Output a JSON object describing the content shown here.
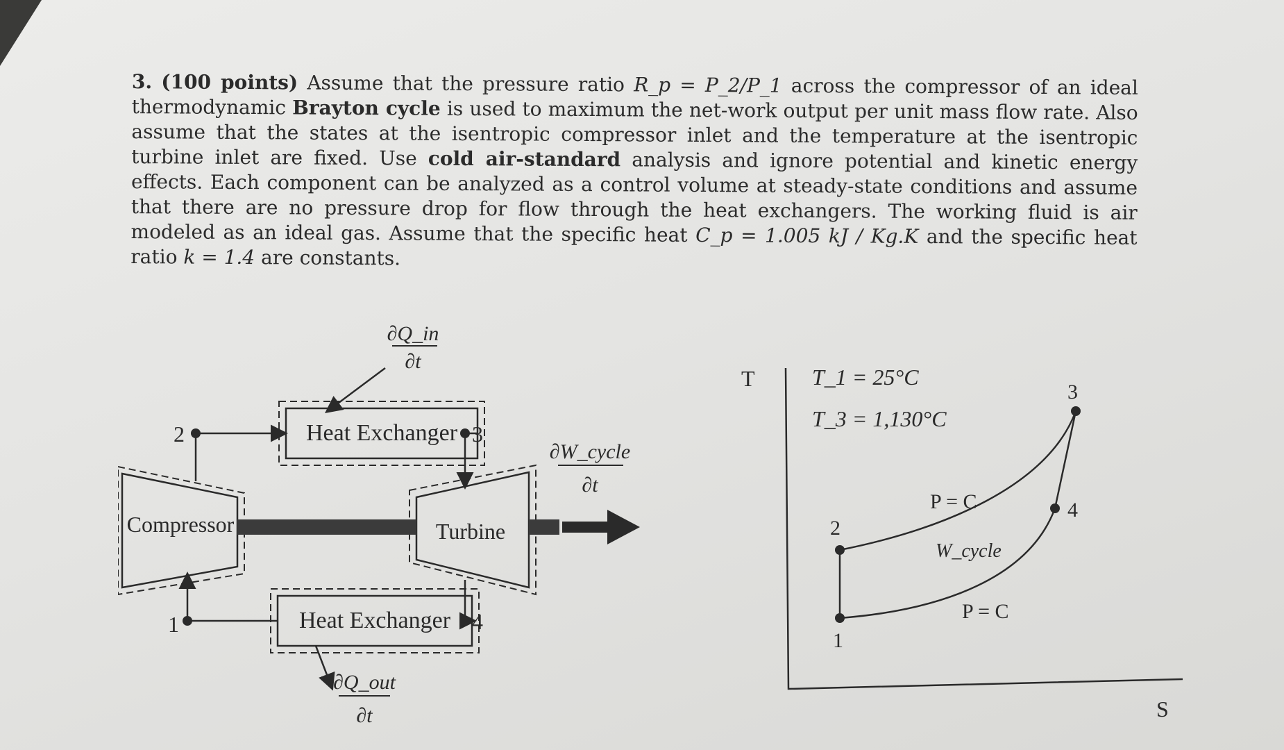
{
  "problem": {
    "number": "3.",
    "points": "(100 points)",
    "intro": "Assume that the pressure ratio",
    "ratio_expr": "R_p = P_2/P_1",
    "text_a": "across the compressor of an ideal thermodynamic",
    "cycle_name": "Brayton cycle",
    "text_b": "is used to maximum the net-work output per unit mass flow rate. Also assume that the states at the isentropic compressor inlet and the temperature at the isentropic turbine inlet are fixed. Use",
    "analysis_type": "cold air-standard",
    "text_c": "analysis and ignore potential and kinetic energy effects. Each component can be analyzed as a control volume at steady-state conditions and assume that there are no pressure drop for flow through the heat exchangers. The working fluid is air modeled as an ideal gas. Assume that the specific heat",
    "cp_expr": "C_p = 1.005 kJ / Kg.K",
    "text_d": "and the specific heat ratio",
    "k_expr": "k = 1.4",
    "text_e": "are constants."
  },
  "schematic": {
    "top_hx_label": "Heat Exchanger",
    "bottom_hx_label": "Heat Exchanger",
    "compressor_label": "Compressor",
    "turbine_label": "Turbine",
    "heat_in_num": "∂Q_in",
    "heat_in_den": "∂t",
    "heat_out_num": "∂Q_out",
    "heat_out_den": "∂t",
    "work_num": "∂W_cycle",
    "work_den": "∂t",
    "state_labels": [
      "1",
      "2",
      "3",
      "4"
    ]
  },
  "ts_diagram": {
    "y_axis": "T",
    "x_axis": "S",
    "t1_label": "T_1 = 25°C",
    "t3_label": "T_3 = 1,130°C",
    "upper_isobar": "P = C",
    "lower_isobar": "P = C",
    "work_label": "W_cycle",
    "state_labels": [
      "1",
      "2",
      "3",
      "4"
    ]
  }
}
